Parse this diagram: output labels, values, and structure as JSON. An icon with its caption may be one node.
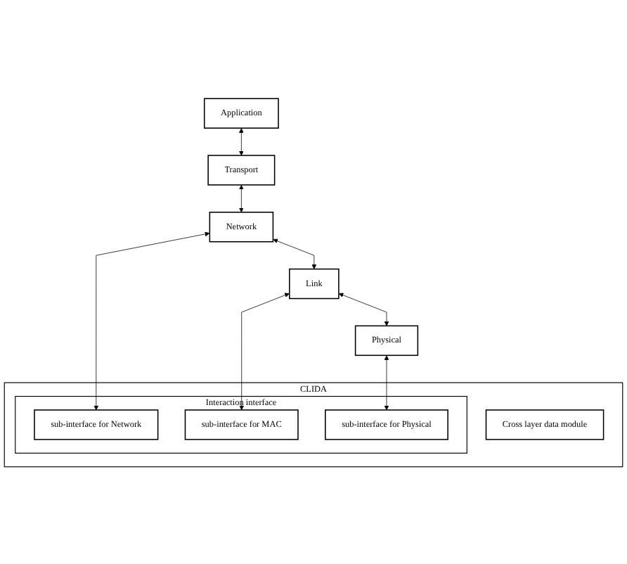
{
  "diagram": {
    "nodes": [
      {
        "text": [
          "Application"
        ]
      },
      {
        "text": [
          "Transport"
        ]
      },
      {
        "text": [
          "Network"
        ]
      },
      {
        "text": [
          "Link"
        ]
      },
      {
        "text": [
          "Physical"
        ]
      },
      {
        "text": [
          "CLIDA"
        ]
      },
      {
        "text": [
          "Interaction interface"
        ],
        "in": 5
      },
      {
        "text": [
          "sub-interface for Network"
        ],
        "in": 6
      },
      {
        "text": [
          "sub-interface for MAC"
        ],
        "in": 6
      },
      {
        "text": [
          "sub-interface for Physical"
        ],
        "in": 6
      },
      {
        "text": [
          "Cross layer data module"
        ],
        "in": 5
      }
    ],
    "edges": [
      {
        "from": 0,
        "to": 1,
        "arrow": "both"
      },
      {
        "from": 1,
        "to": 2,
        "arrow": "both"
      },
      {
        "from": 2,
        "to": 3,
        "arrow": "both"
      },
      {
        "from": 3,
        "to": 4,
        "arrow": "both"
      },
      {
        "from": 2,
        "to": 7,
        "arrow": "both"
      },
      {
        "from": 3,
        "to": 8,
        "arrow": "both"
      },
      {
        "from": 4,
        "to": 9,
        "arrow": "both"
      }
    ]
  }
}
